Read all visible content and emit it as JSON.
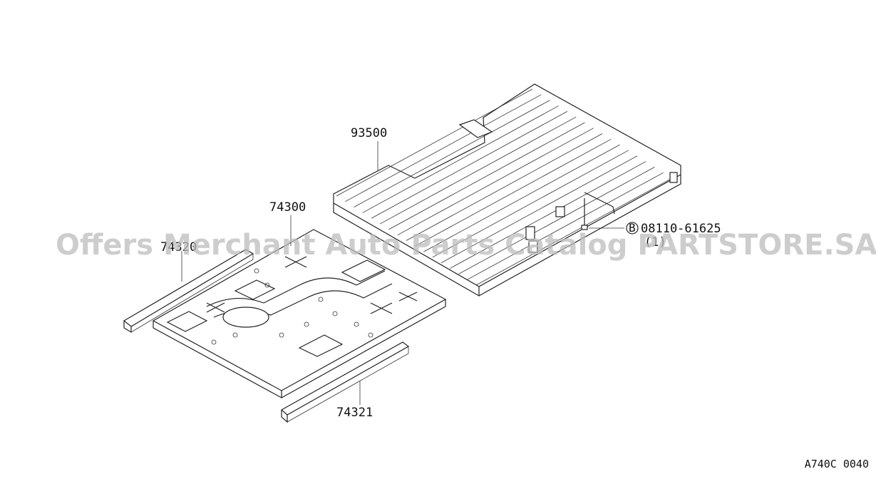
{
  "parts": {
    "rear_floor": "93500",
    "front_floor": "74300",
    "side_member_left": "74320",
    "side_member_right": "74321",
    "bolt_part": "08110-61625",
    "bolt_qty": "(1)",
    "bolt_symbol": "B"
  },
  "watermark": "Offers Merchant Auto Parts Catalog PARTSTORE.SA",
  "diagram_code": "A740C 0040"
}
